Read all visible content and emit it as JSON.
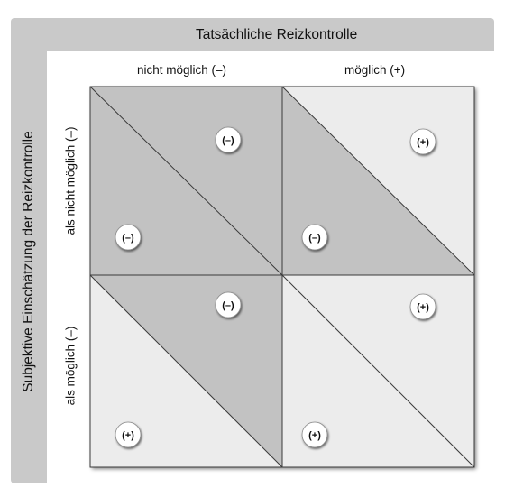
{
  "top_title": "Tatsächliche Reizkontrolle",
  "left_title": "Subjektive Einschätzung der Reizkontrolle",
  "columns": [
    "nicht möglich (–)",
    "möglich (+)"
  ],
  "rows": [
    "als nicht möglich (–)",
    "als möglich (–)"
  ],
  "cells": [
    {
      "upper": "(–)",
      "lower": "(–)"
    },
    {
      "upper": "(+)",
      "lower": "(–)"
    },
    {
      "upper": "(–)",
      "lower": "(+)"
    },
    {
      "upper": "(+)",
      "lower": "(+)"
    }
  ],
  "colors": {
    "frame": "#c9c9c9",
    "shaded": "#c2c2c2",
    "light": "#ececec"
  }
}
